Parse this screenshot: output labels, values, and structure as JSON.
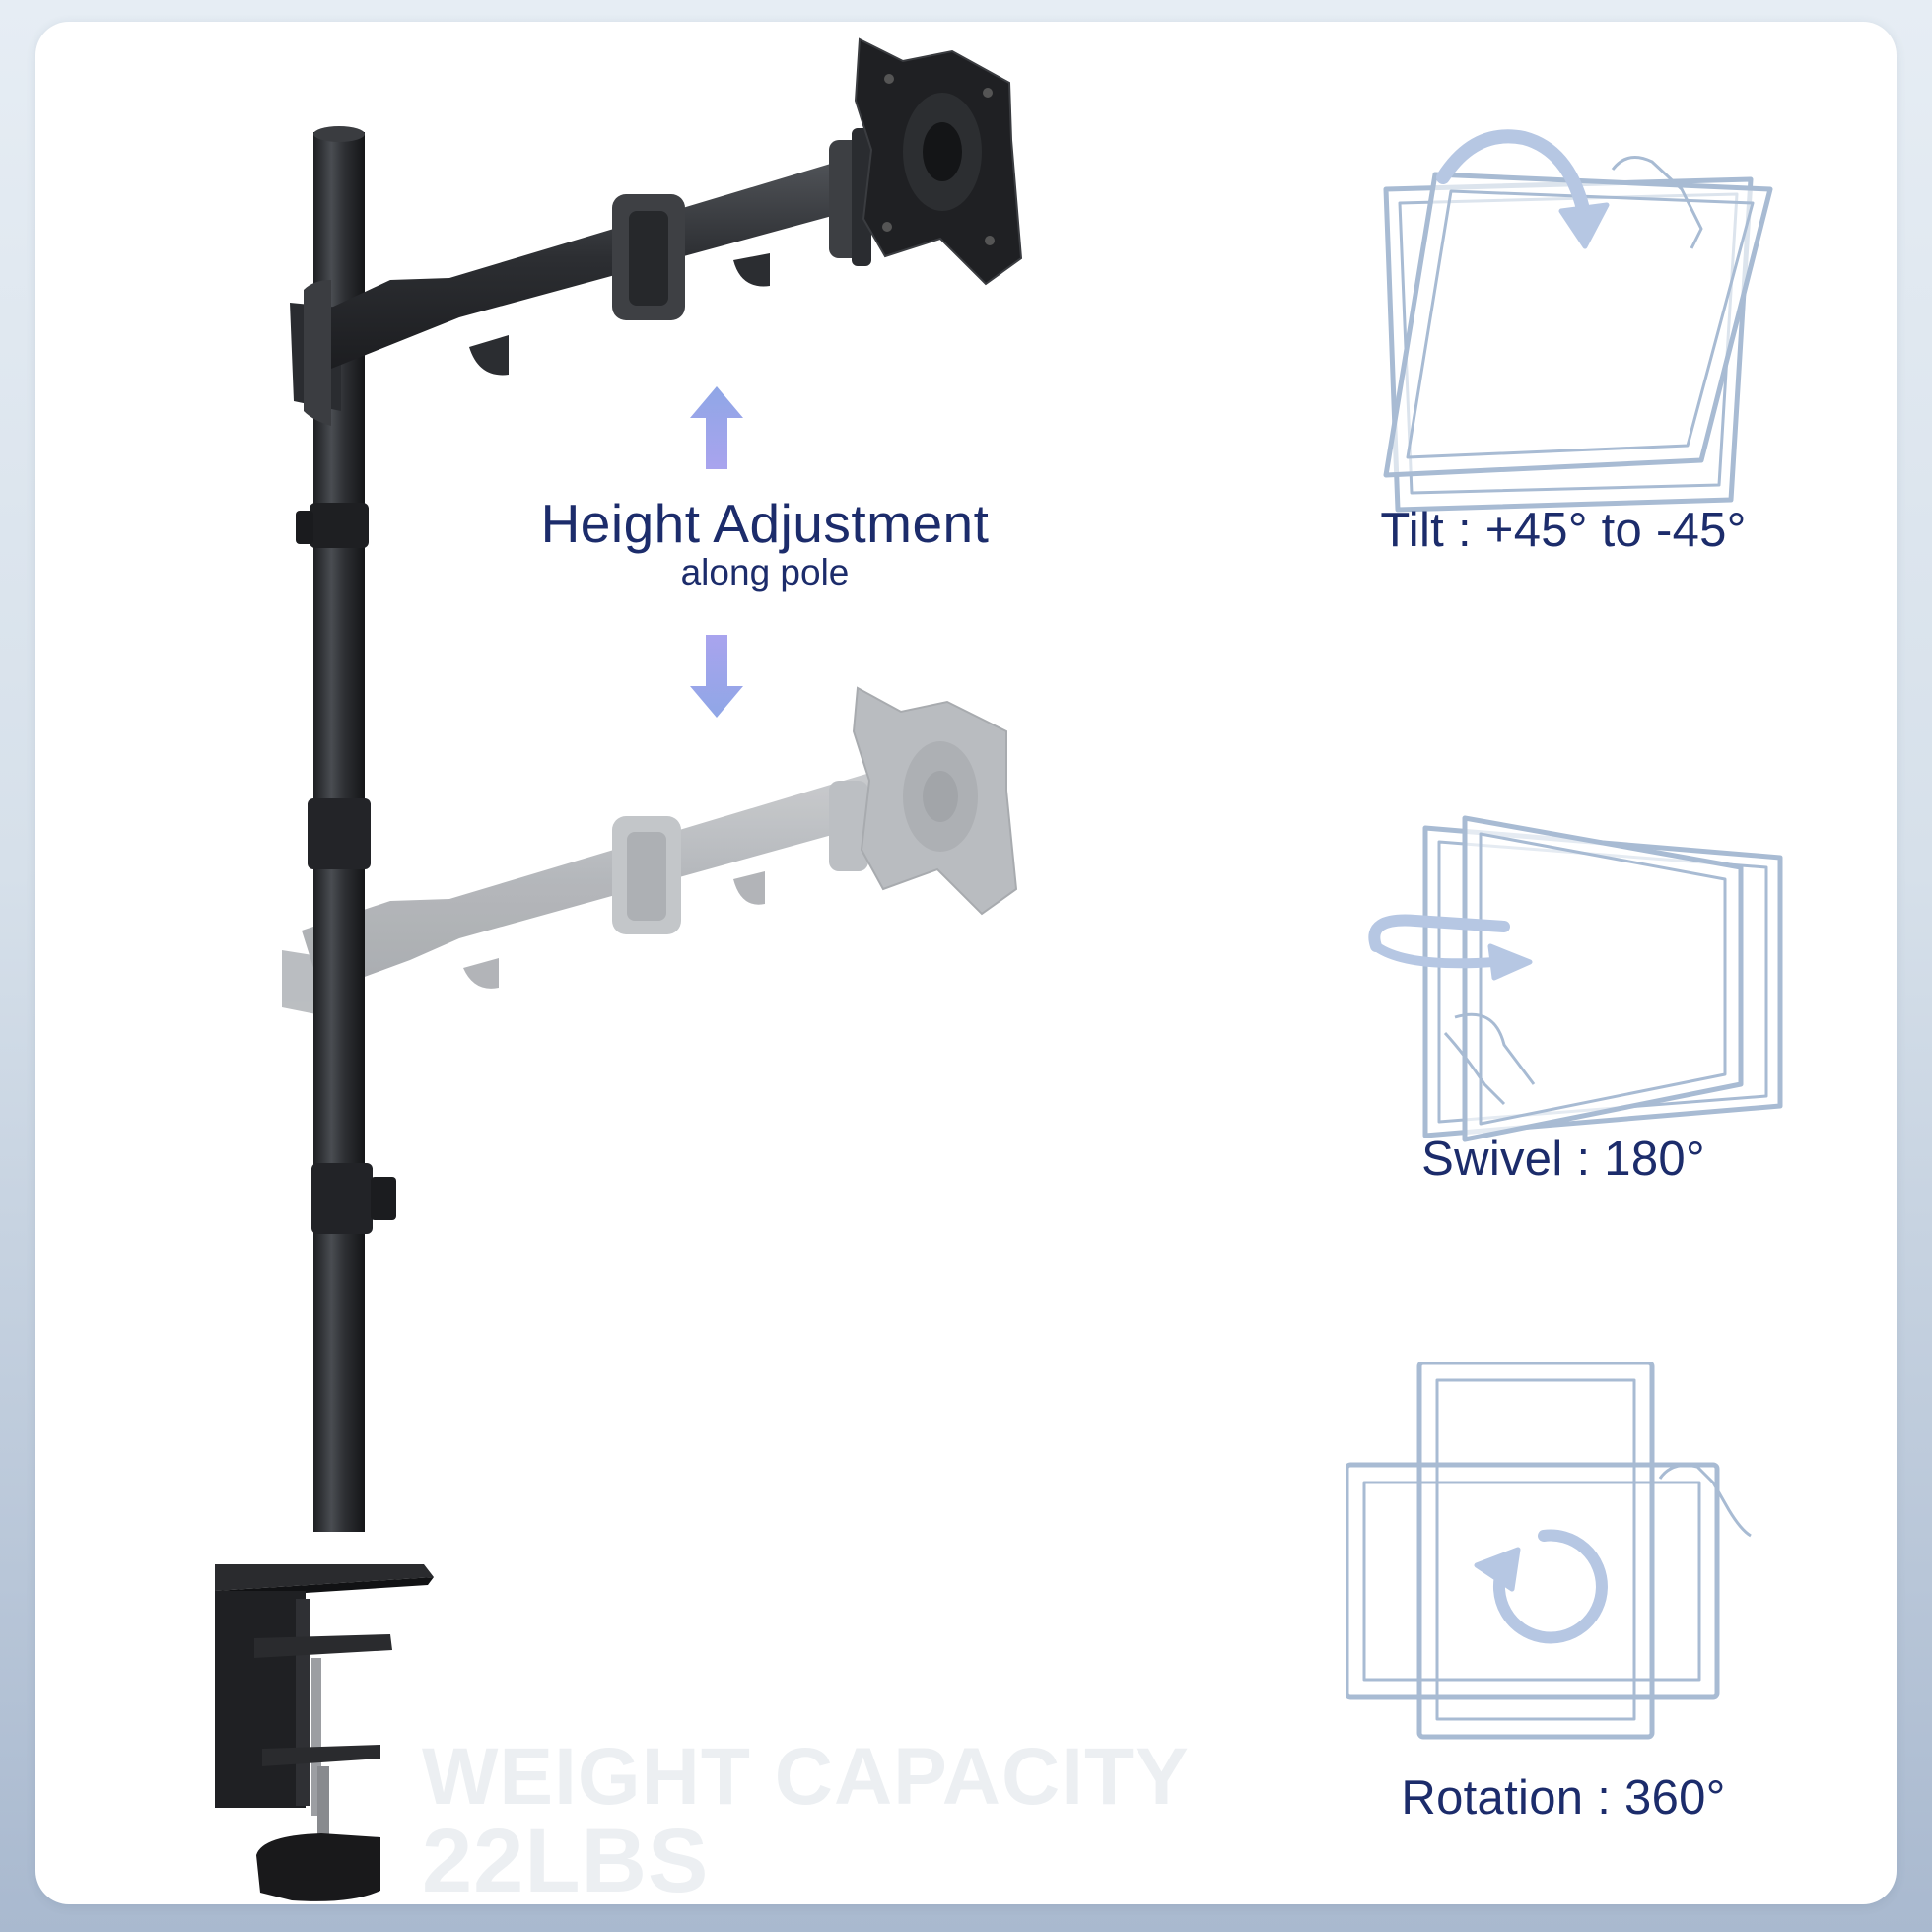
{
  "height_adjustment": {
    "title": "Height Adjustment",
    "subtitle": "along pole"
  },
  "features": {
    "tilt": "Tilt : +45° to -45°",
    "swivel": "Swivel : 180°",
    "rotation": "Rotation : 360°"
  },
  "capacity": {
    "line1": "WEIGHT CAPACITY",
    "line2": "22LBS"
  },
  "icons": {
    "up": "arrow-up-icon",
    "down": "arrow-down-icon",
    "tilt": "tilt-monitor-icon",
    "swivel": "swivel-monitor-icon",
    "rotation": "rotation-monitor-icon"
  },
  "colors": {
    "text": "#1c2c6b",
    "arrow": "#8fa6e6",
    "icon_line": "#a8bbd3",
    "mount_dark": "#2b2d31",
    "mount_ghost": "#b3b6ba",
    "capacity_text": "#eceff2"
  }
}
